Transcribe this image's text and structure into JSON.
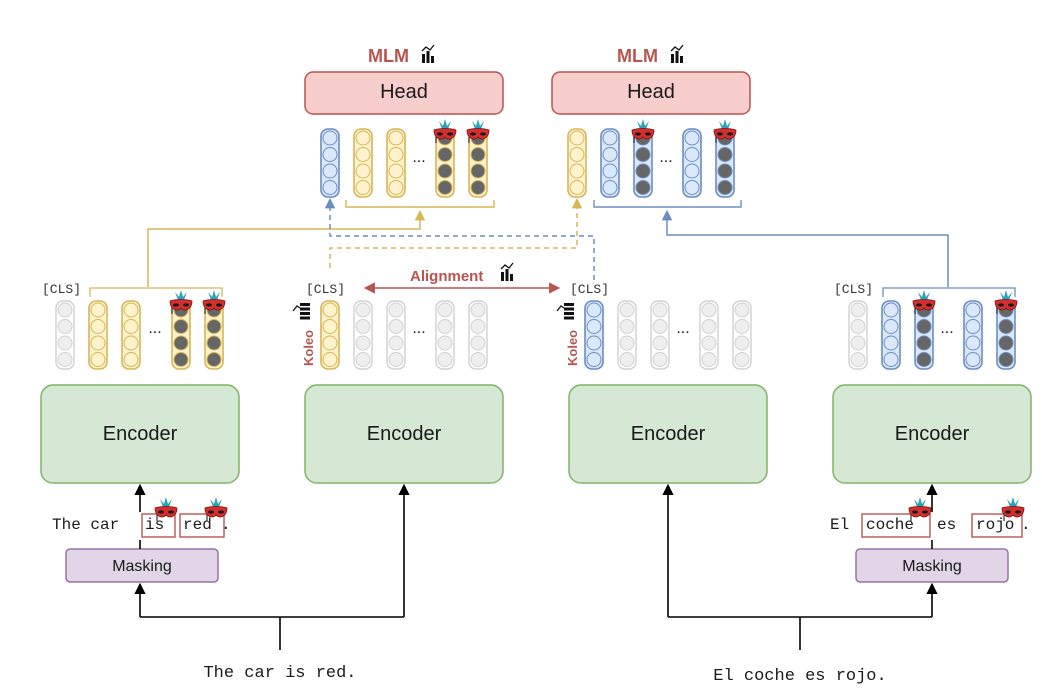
{
  "head": {
    "left": {
      "mlm_label": "MLM",
      "label": "Head"
    },
    "right": {
      "mlm_label": "MLM",
      "label": "Head"
    }
  },
  "encoders": [
    {
      "label": "Encoder"
    },
    {
      "label": "Encoder"
    },
    {
      "label": "Encoder"
    },
    {
      "label": "Encoder"
    }
  ],
  "cls_labels": [
    "[CLS]",
    "[CLS]",
    "[CLS]",
    "[CLS]"
  ],
  "alignment_label": "Alignment",
  "koleo_labels": [
    "Koleo",
    "Koleo"
  ],
  "ellipsis": "...",
  "masking": {
    "left": "Masking",
    "right": "Masking"
  },
  "sentences": {
    "english": "The car is red.",
    "spanish": "El coche es rojo."
  },
  "masked_sentences": {
    "english": {
      "w1": "The car",
      "w2": "is",
      "w3": "red",
      "end": "."
    },
    "spanish": {
      "w1": "El",
      "w2": "coche",
      "w3": "es",
      "w4": "rojo",
      "end": "."
    }
  },
  "colors": {
    "head_fill": "#f8cecc",
    "head_stroke": "#b85450",
    "encoder_fill": "#d5e8d4",
    "encoder_stroke": "#82b366",
    "masking_fill": "#e1d5e7",
    "masking_stroke": "#9673a6",
    "yellow": "#d6b656",
    "blue": "#6c8ebf",
    "red": "#b85450"
  },
  "icons": [
    "mask-icon",
    "chart-icon",
    "stack-icon"
  ]
}
